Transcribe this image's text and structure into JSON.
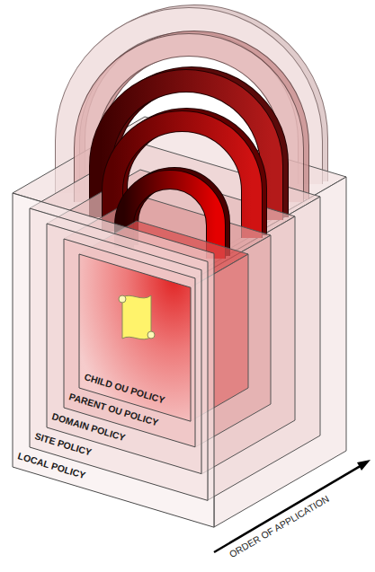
{
  "diagram": {
    "nodes": [
      {
        "text": [
          "LOCAL POLICY"
        ]
      },
      {
        "text": [
          "SITE POLICY"
        ],
        "in": 0
      },
      {
        "text": [
          "DOMAIN POLICY"
        ],
        "in": 1
      },
      {
        "text": [
          "PARENT OU POLICY"
        ],
        "in": 2
      },
      {
        "text": [
          "CHILD OU POLICY"
        ],
        "in": 3
      }
    ],
    "labels": [
      "ORDER OF APPLICATION"
    ]
  }
}
